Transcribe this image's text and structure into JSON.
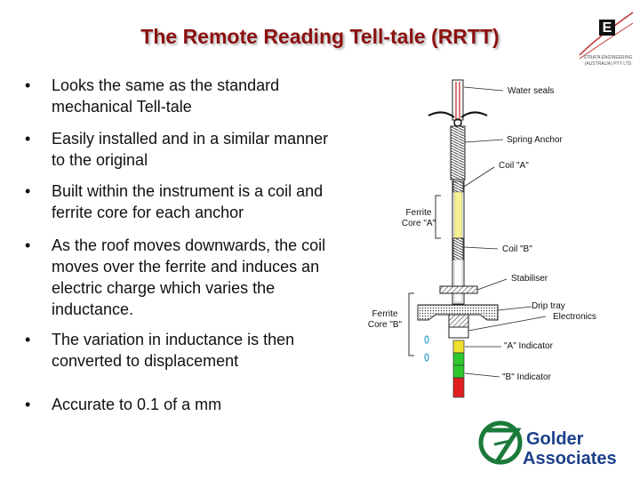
{
  "title": "The Remote Reading Tell-tale (RRTT)",
  "bullets": [
    "Looks the same as the standard mechanical Tell-tale",
    "Easily installed and in a similar manner to the original",
    "Built within the instrument is a coil and ferrite core for each anchor",
    "As the roof moves downwards, the coil moves over the ferrite and induces an electric charge which varies the inductance.",
    "The variation in inductance is then converted to displacement",
    "Accurate to 0.1 of a mm"
  ],
  "bullet_symbol": "•",
  "labels": {
    "water_seals": "Water seals",
    "spring_anchor": "Spring Anchor",
    "coil_a": "Coil \"A\"",
    "ferrite_core_a": "Ferrite Core \"A\"",
    "coil_b": "Coil \"B\"",
    "stabiliser": "Stabiliser",
    "drip_tray": "Drip tray",
    "electronics": "Electronics",
    "ferrite_core_b": "Ferrite Core \"B\"",
    "a_indicator": "\"A\" Indicator",
    "b_indicator": "\"B\" Indicator"
  },
  "strata_logo": {
    "letter": "E",
    "line1": "STRATA ENGINEERING",
    "line2": "(AUSTRALIA) PTY LTD"
  },
  "golder_logo": {
    "line1": "Golder",
    "line2": "Associates"
  },
  "colors": {
    "title": "#8b1010",
    "indicator_green": "#2ec82e",
    "indicator_red": "#e02020",
    "indicator_yellow": "#f0e030",
    "ferrite_yellow": "#f6f090",
    "golder_green": "#1a7a3a",
    "golder_blue": "#1c3f8a"
  }
}
